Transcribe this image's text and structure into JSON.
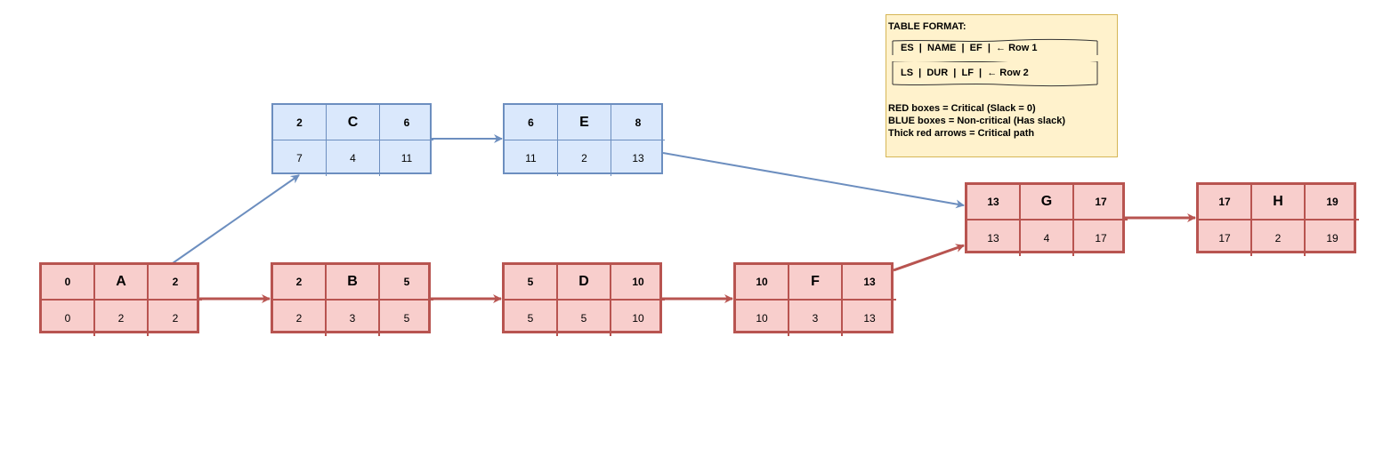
{
  "legend": {
    "title": "TABLE FORMAT:",
    "row1": "ES  |  NAME  |  EF  |  ← Row 1",
    "row2": "LS  |  DUR  |  LF  |  ← Row 2",
    "line1": "RED boxes = Critical (Slack = 0)",
    "line2": "BLUE boxes = Non-critical (Has slack)",
    "line3": "Thick red arrows = Critical path"
  },
  "colors": {
    "critical_fill": "#f8cecc",
    "critical_stroke": "#b85450",
    "noncritical_fill": "#dae8fc",
    "noncritical_stroke": "#6c8ebf",
    "legend_fill": "#fff2cc",
    "legend_stroke": "#d6b656"
  },
  "nodes": [
    {
      "name": "A",
      "es": "0",
      "ef": "2",
      "ls": "0",
      "dur": "2",
      "lf": "2",
      "critical": true
    },
    {
      "name": "B",
      "es": "2",
      "ef": "5",
      "ls": "2",
      "dur": "3",
      "lf": "5",
      "critical": true
    },
    {
      "name": "C",
      "es": "2",
      "ef": "6",
      "ls": "7",
      "dur": "4",
      "lf": "11",
      "critical": false
    },
    {
      "name": "D",
      "es": "5",
      "ef": "10",
      "ls": "5",
      "dur": "5",
      "lf": "10",
      "critical": true
    },
    {
      "name": "E",
      "es": "6",
      "ef": "8",
      "ls": "11",
      "dur": "2",
      "lf": "13",
      "critical": false
    },
    {
      "name": "F",
      "es": "10",
      "ef": "13",
      "ls": "10",
      "dur": "3",
      "lf": "13",
      "critical": true
    },
    {
      "name": "G",
      "es": "13",
      "ef": "17",
      "ls": "13",
      "dur": "4",
      "lf": "17",
      "critical": true
    },
    {
      "name": "H",
      "es": "17",
      "ef": "19",
      "ls": "17",
      "dur": "2",
      "lf": "19",
      "critical": true
    }
  ],
  "edges": [
    {
      "from": "A",
      "to": "B",
      "critical": true
    },
    {
      "from": "A",
      "to": "C",
      "critical": false
    },
    {
      "from": "B",
      "to": "D",
      "critical": true
    },
    {
      "from": "C",
      "to": "E",
      "critical": false
    },
    {
      "from": "D",
      "to": "F",
      "critical": true
    },
    {
      "from": "E",
      "to": "G",
      "critical": false
    },
    {
      "from": "F",
      "to": "G",
      "critical": true
    },
    {
      "from": "G",
      "to": "H",
      "critical": true
    }
  ]
}
